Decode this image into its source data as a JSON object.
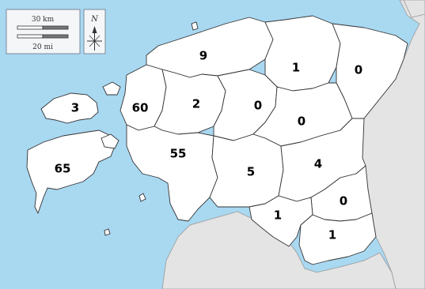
{
  "colors": {
    "sea": "#a9d8f1",
    "land": "#ffffff",
    "neighbor": "#e4e4e4",
    "border": "#333333"
  },
  "scale": {
    "km_label": "30 km",
    "mi_label": "20 mi"
  },
  "compass": {
    "label": "N"
  },
  "regions": [
    {
      "id": "harju",
      "value": "9"
    },
    {
      "id": "laane-viru",
      "value": "1"
    },
    {
      "id": "ida-viru",
      "value": "0"
    },
    {
      "id": "hiiu",
      "value": "3"
    },
    {
      "id": "laane",
      "value": "60"
    },
    {
      "id": "rapla",
      "value": "2"
    },
    {
      "id": "jarva",
      "value": "0"
    },
    {
      "id": "jogeva",
      "value": "0"
    },
    {
      "id": "saare",
      "value": "65"
    },
    {
      "id": "parnu",
      "value": "55"
    },
    {
      "id": "viljandi",
      "value": "5"
    },
    {
      "id": "tartu",
      "value": "4"
    },
    {
      "id": "polva",
      "value": "0"
    },
    {
      "id": "valga",
      "value": "1"
    },
    {
      "id": "voru",
      "value": "1"
    }
  ]
}
